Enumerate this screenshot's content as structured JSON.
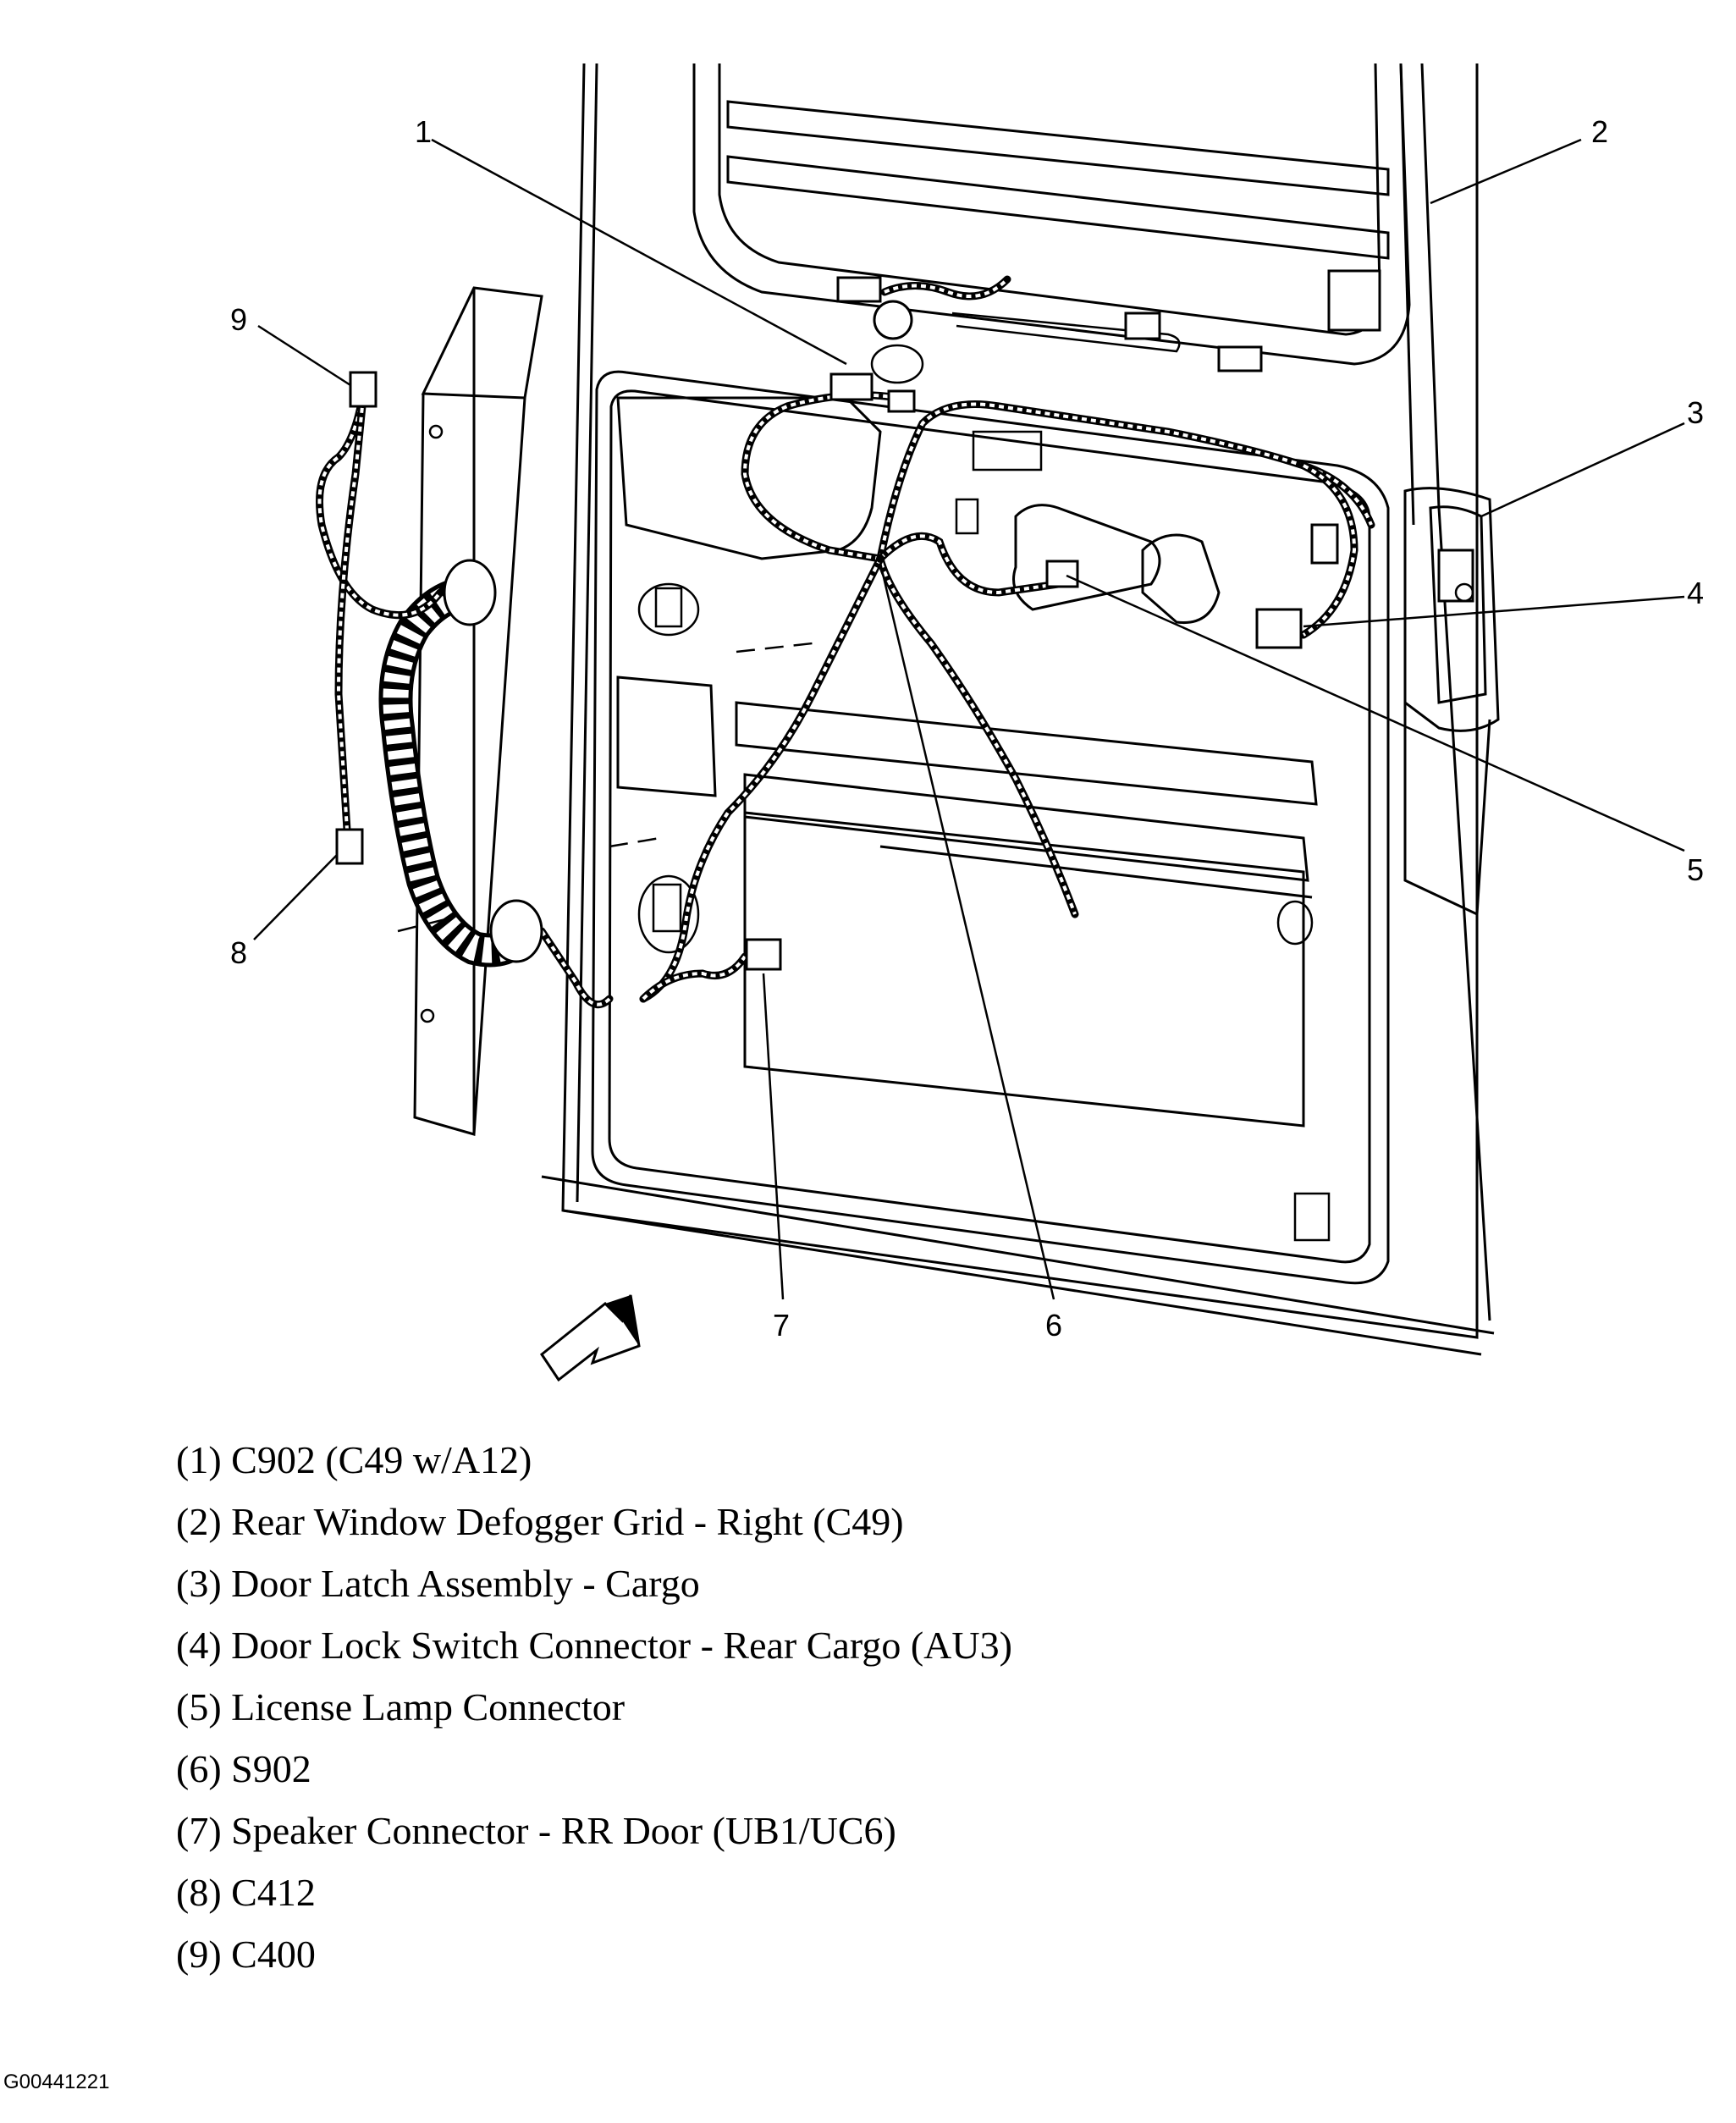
{
  "callouts": [
    {
      "number": "1",
      "description": "C902 (C49 w/A12)"
    },
    {
      "number": "2",
      "description": "Rear Window Defogger Grid - Right (C49)"
    },
    {
      "number": "3",
      "description": "Door Latch Assembly - Cargo"
    },
    {
      "number": "4",
      "description": "Door Lock Switch Connector - Rear Cargo (AU3)"
    },
    {
      "number": "5",
      "description": "License Lamp Connector"
    },
    {
      "number": "6",
      "description": "S902"
    },
    {
      "number": "7",
      "description": "Speaker Connector - RR Door (UB1/UC6)"
    },
    {
      "number": "8",
      "description": "C412"
    },
    {
      "number": "9",
      "description": "C400"
    }
  ],
  "legend": [
    "(1) C902 (C49 w/A12)",
    "(2) Rear Window Defogger Grid - Right (C49)",
    "(3) Door Latch Assembly - Cargo",
    "(4) Door Lock Switch Connector - Rear Cargo (AU3)",
    "(5) License Lamp Connector",
    "(6) S902",
    "(7) Speaker Connector - RR Door (UB1/UC6)",
    "(8) C412",
    "(9) C400"
  ],
  "figure_id": "G00441221"
}
